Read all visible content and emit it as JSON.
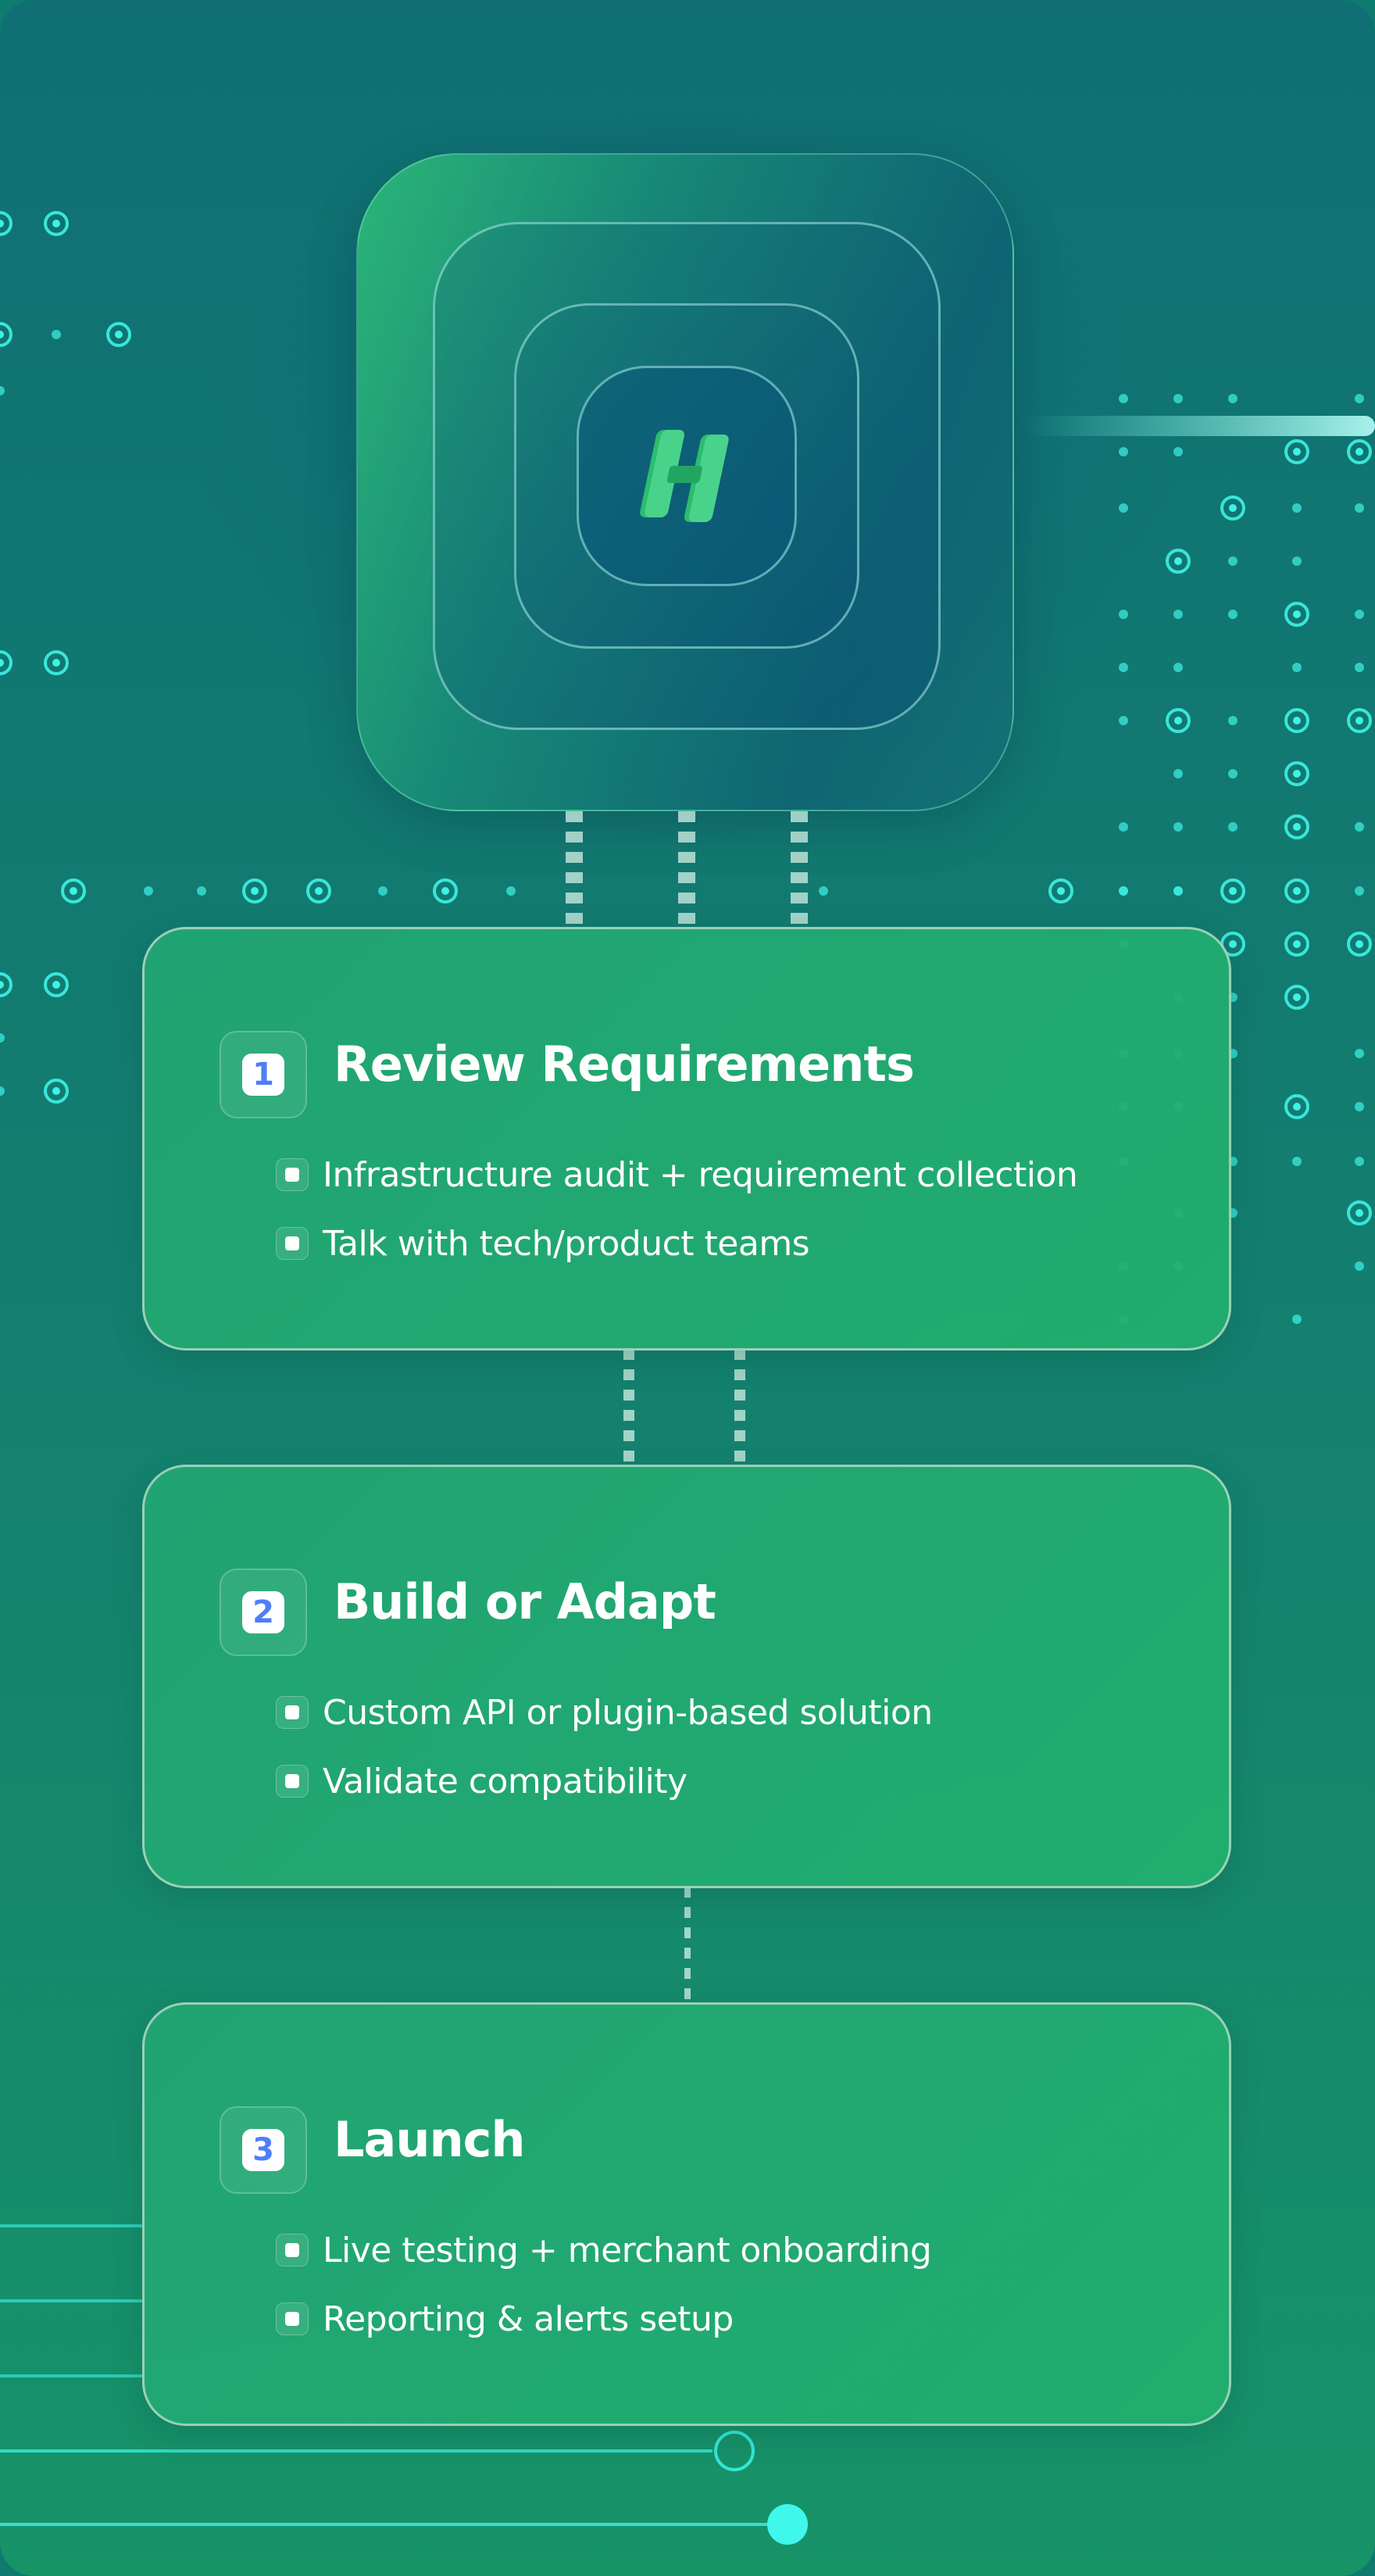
{
  "theme": {
    "accent": "#1fa874",
    "background": "#137d70",
    "dot_color": "#3ef2e6",
    "number_color": "#4f7ef7",
    "text_color": "#ffffff"
  },
  "hero": {
    "icon": "letter-h-logo-icon"
  },
  "steps": [
    {
      "number": "1",
      "title": "Review Requirements",
      "items": [
        "Infrastructure audit + requirement collection",
        "Talk with tech/product teams"
      ]
    },
    {
      "number": "2",
      "title": "Build or Adapt",
      "items": [
        "Custom API or plugin-based solution",
        "Validate compatibility"
      ]
    },
    {
      "number": "3",
      "title": "Launch",
      "items": [
        "Live testing + merchant onboarding",
        "Reporting & alerts setup"
      ]
    }
  ]
}
